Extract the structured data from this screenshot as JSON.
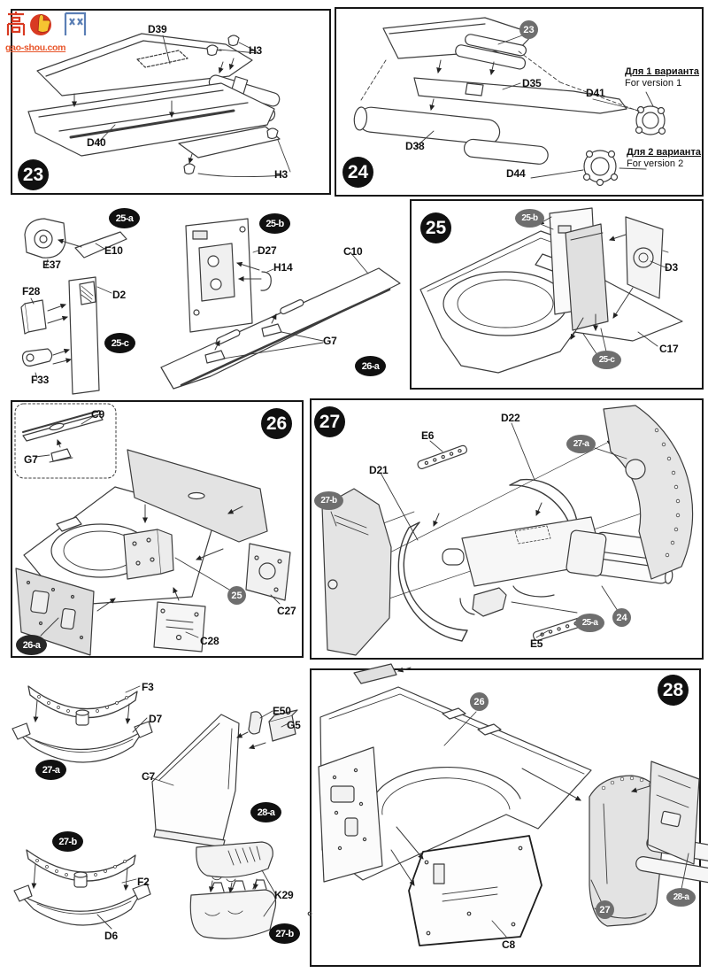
{
  "watermark": {
    "cn": "高网",
    "icon": "thumbs-up",
    "site": "gao-shou.com"
  },
  "panel23": {
    "step": "23",
    "d39": "D39",
    "h3_top": "H3",
    "d40": "D40",
    "h3_bottom": "H3"
  },
  "panel24": {
    "step": "24",
    "ref_step23": "23",
    "d35": "D35",
    "d38": "D38",
    "d41": "D41",
    "d44": "D44",
    "version1_ru": "Для 1 варианта",
    "version1_en": "For version 1",
    "version2_ru": "Для 2 варианта",
    "version2_en": "For version 2"
  },
  "sub25a": {
    "badge": "25-a",
    "e37": "E37",
    "e10": "E10"
  },
  "sub25b": {
    "badge": "25-b",
    "d27": "D27",
    "h14": "H14"
  },
  "sub25c": {
    "badge": "25-c",
    "f28": "F28",
    "d2": "D2",
    "f33": "F33"
  },
  "sub26a": {
    "badge": "26-a",
    "c10": "C10",
    "g7": "G7"
  },
  "panel25": {
    "step": "25",
    "ref_25b": "25-b",
    "ref_25c": "25-c",
    "d3": "D3",
    "c17": "C17"
  },
  "panel26": {
    "step": "26",
    "inset_c9": "C9",
    "inset_g7": "G7",
    "ref_step25": "25",
    "ref_26a": "26-a",
    "c27": "C27",
    "c28": "C28"
  },
  "panel27": {
    "step": "27",
    "ref_27a": "27-a",
    "ref_27b": "27-b",
    "ref_25a": "25-a",
    "ref_step24": "24",
    "e6": "E6",
    "d21": "D21",
    "d22": "D22",
    "e5": "E5"
  },
  "sub27a": {
    "badge": "27-a",
    "f3": "F3",
    "d7": "D7"
  },
  "sub28a": {
    "badge": "28-a",
    "e50": "E50",
    "g5": "G5",
    "c7": "C7"
  },
  "sub27b": {
    "badge": "27-b",
    "f2": "F2",
    "d6": "D6"
  },
  "sub27b_k29": {
    "badge": "27-b",
    "k29": "K29"
  },
  "panel28": {
    "step": "28",
    "ref_step26": "26",
    "ref_step27": "27",
    "ref_28a": "28-a",
    "c8": "C8"
  },
  "colors": {
    "badge_black": "#111111",
    "badge_gray": "#6e6e6e",
    "line": "#3c3c3c",
    "part_fill": "#e7e7e7",
    "watermark_red": "#d93a22",
    "watermark_yellow": "#f6c431",
    "watermark_blue": "#5b7fb5",
    "watermark_orange": "#e8552a"
  }
}
